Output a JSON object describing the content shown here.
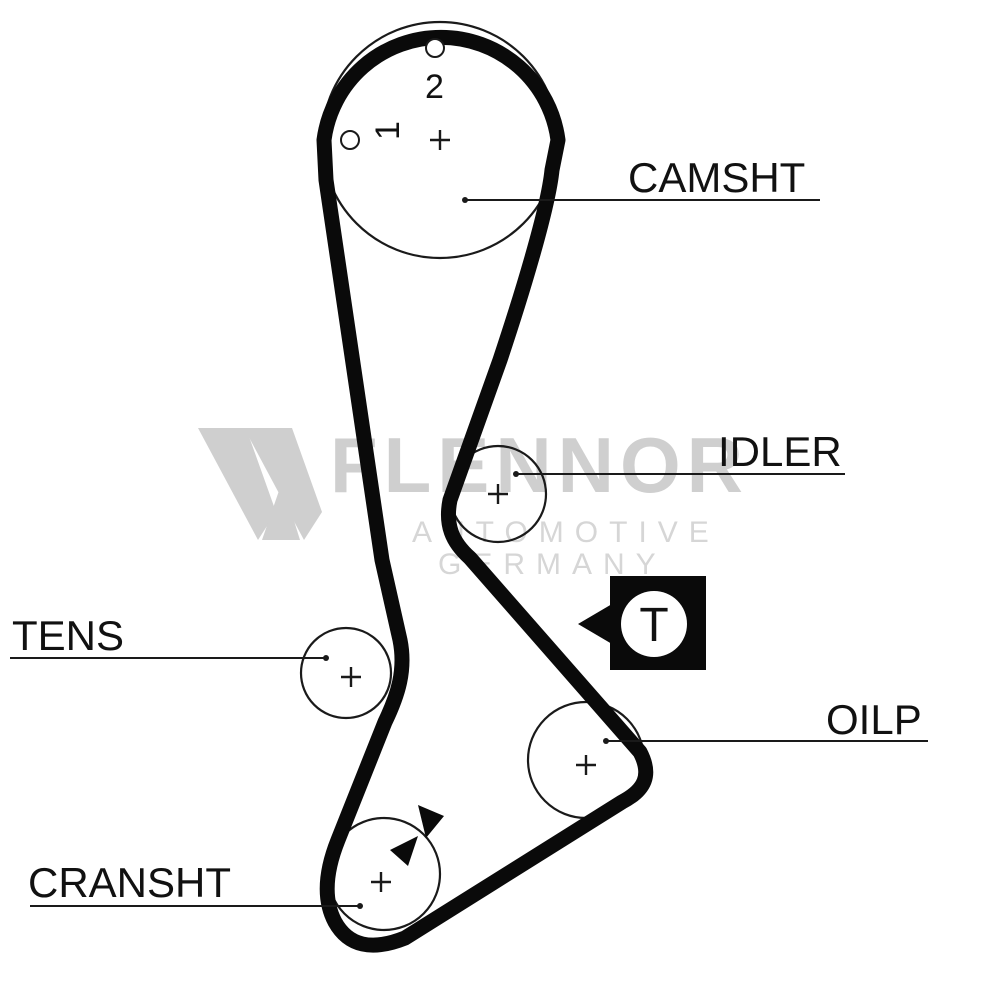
{
  "watermark": {
    "brand": "FLENNOR",
    "line1": "AUTOMOTIVE",
    "line2": "GERMANY"
  },
  "components": {
    "camshaft": "CAMSHT",
    "idler": "IDLER",
    "tensioner": "TENS",
    "oil_pump": "OILP",
    "crankshaft": "CRANSHT"
  },
  "timing_marks": {
    "mark_1": "1",
    "mark_2": "2"
  },
  "tension_symbol": "T"
}
